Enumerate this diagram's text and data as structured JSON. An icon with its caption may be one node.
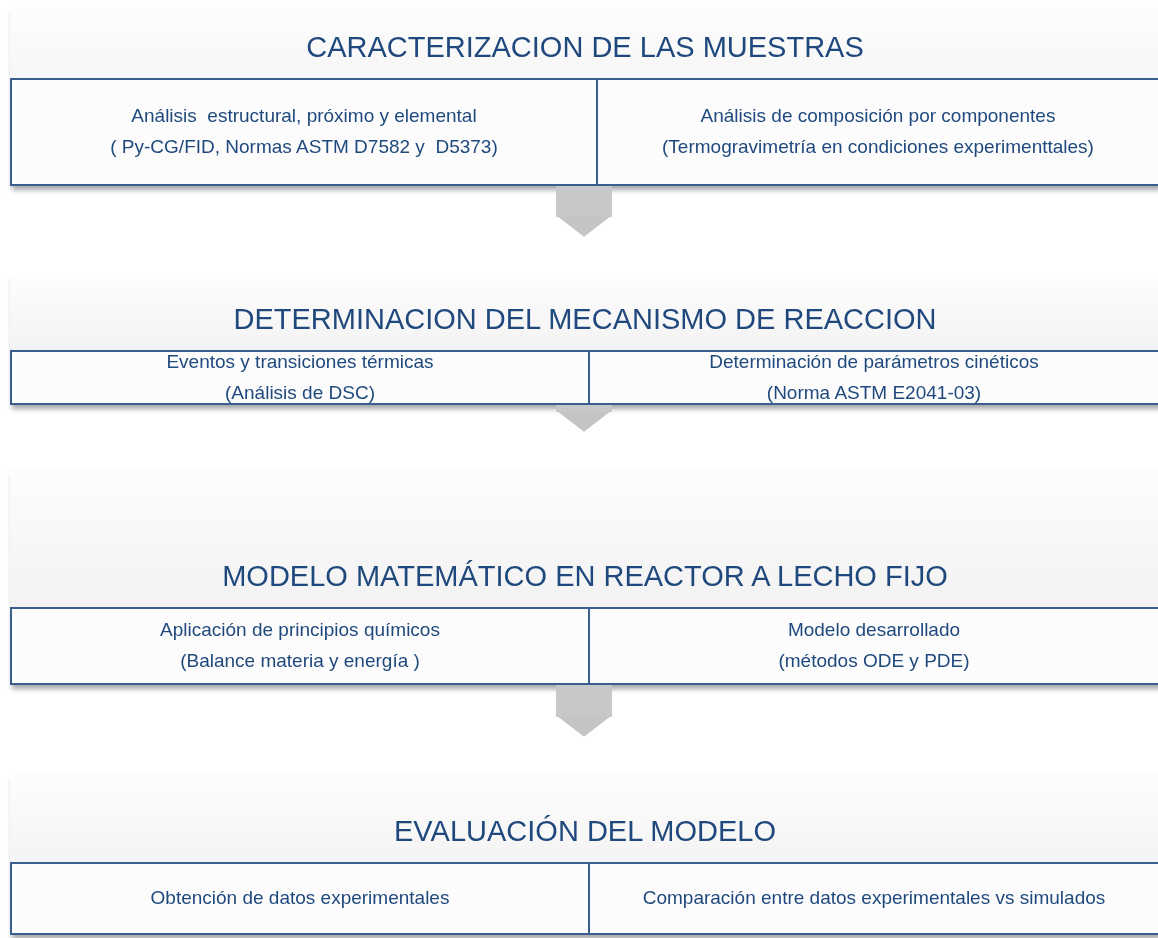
{
  "diagram": {
    "nodes": [
      {
        "text": [
          "CARACTERIZACION DE LAS MUESTRAS"
        ]
      },
      {
        "text": [
          "Análisis  estructural, próximo y elemental",
          "( Py-CG/FID, Normas ASTM D7582 y  D5373)"
        ],
        "in": 0
      },
      {
        "text": [
          "Análisis de composición por componentes",
          "(Termogravimetría en condiciones experimenttales)"
        ],
        "in": 0
      },
      {
        "text": [
          "DETERMINACION DEL MECANISMO DE REACCION"
        ]
      },
      {
        "text": [
          "Eventos y transiciones térmicas",
          "(Análisis de DSC)"
        ],
        "in": 3
      },
      {
        "text": [
          "Determinación de parámetros cinéticos",
          "(Norma ASTM E2041-03)"
        ],
        "in": 3
      },
      {
        "text": [
          "MODELO MATEMÁTICO EN REACTOR A LECHO FIJO"
        ]
      },
      {
        "text": [
          "Aplicación de principios químicos",
          "(Balance materia y energía )"
        ],
        "in": 6
      },
      {
        "text": [
          "Modelo desarrollado",
          "(métodos ODE y PDE)"
        ],
        "in": 6
      },
      {
        "text": [
          "EVALUACIÓN DEL MODELO"
        ]
      },
      {
        "text": [
          "Obtención de datos experimentales"
        ],
        "in": 9
      },
      {
        "text": [
          "Comparación entre datos experimentales vs simulados"
        ],
        "in": 9
      }
    ],
    "edges": [
      {
        "from": 0,
        "to": 3,
        "arrow": "to"
      },
      {
        "from": 3,
        "to": 6,
        "arrow": "to"
      },
      {
        "from": 6,
        "to": 9,
        "arrow": "to"
      }
    ]
  }
}
